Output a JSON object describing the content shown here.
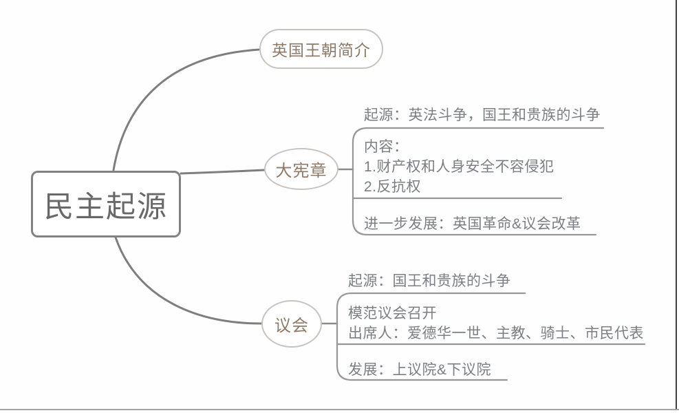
{
  "colors": {
    "root_border": "#828282",
    "node_border": "#c6c3c0",
    "branch_text": "#8d7a68",
    "root_text": "#686868",
    "topic_text": "#7b7e82",
    "connector_line": "#888888",
    "frame_right": "#3f3f3f",
    "frame_bottom": "#a3a3a3"
  },
  "root": {
    "label": "民主起源"
  },
  "branches": [
    {
      "label": "英国王朝简介",
      "children": []
    },
    {
      "label": "大宪章",
      "children": [
        {
          "text": "起源：英法斗争，国王和贵族的斗争"
        },
        {
          "text": "内容：\n1.财产权和人身安全不容侵犯\n2.反抗权"
        },
        {
          "text": "进一步发展：英国革命&议会改革"
        }
      ]
    },
    {
      "label": "议会",
      "children": [
        {
          "text": "起源：国王和贵族的斗争"
        },
        {
          "text": "模范议会召开\n出席人：爱德华一世、主教、骑士、市民代表"
        },
        {
          "text": "发展：上议院&下议院"
        }
      ]
    }
  ]
}
